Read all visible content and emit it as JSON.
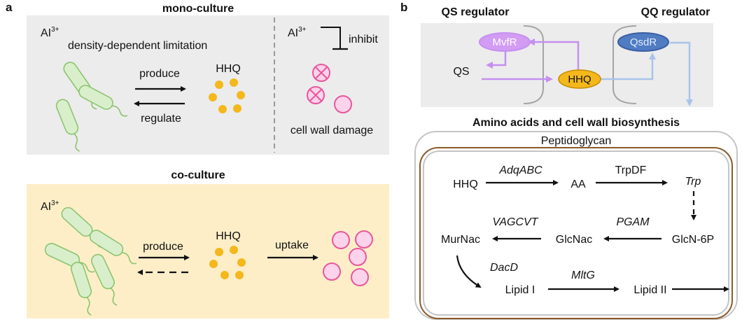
{
  "panel_a": {
    "label": "a",
    "mono": {
      "title": "mono-culture",
      "ai_base": "AI",
      "ai_sup": "3+",
      "limitation": "density-dependent limitation",
      "produce": "produce",
      "regulate": "regulate",
      "hhq": "HHQ",
      "ai2_base": "AI",
      "ai2_sup": "3+",
      "inhibit": "inhibit",
      "cell_wall_damage": "cell wall damage"
    },
    "co": {
      "title": "co-culture",
      "ai_base": "AI",
      "ai_sup": "3+",
      "produce": "produce",
      "hhq": "HHQ",
      "uptake": "uptake"
    }
  },
  "panel_b": {
    "label": "b",
    "qs_title": "QS regulator",
    "qq_title": "QQ regulator",
    "mvfr": "MvfR",
    "qsdr": "QsdR",
    "qs": "QS",
    "hhq": "HHQ",
    "pathway_title": "Amino acids and cell wall biosynthesis",
    "peptidoglycan": "Peptidoglycan",
    "nodes": {
      "hhq": "HHQ",
      "aa": "AA",
      "trp": "Trp",
      "glcn6p": "GlcN-6P",
      "glcnac": "GlcNac",
      "murnac": "MurNac",
      "lipid1": "Lipid I",
      "lipid2": "Lipid II"
    },
    "enzymes": {
      "adqabc": "AdqABC",
      "trpdf": "TrpDF",
      "pgam": "PGAM",
      "vagcvt": "VAGCVT",
      "dacd": "DacD",
      "mltg": "MltG"
    }
  },
  "colors": {
    "grey_bg": "#ececec",
    "yellow_bg": "#fdeec8",
    "bacteria_fill": "#d9efcc",
    "bacteria_stroke": "#8cc46e",
    "hhq_dot": "#f4b81c",
    "cell_fill": "#fcd3ea",
    "cell_stroke": "#e8579c",
    "purple": "#c58ff0",
    "blue": "#a9c3ea",
    "wall_brown": "#8b5a2b"
  }
}
